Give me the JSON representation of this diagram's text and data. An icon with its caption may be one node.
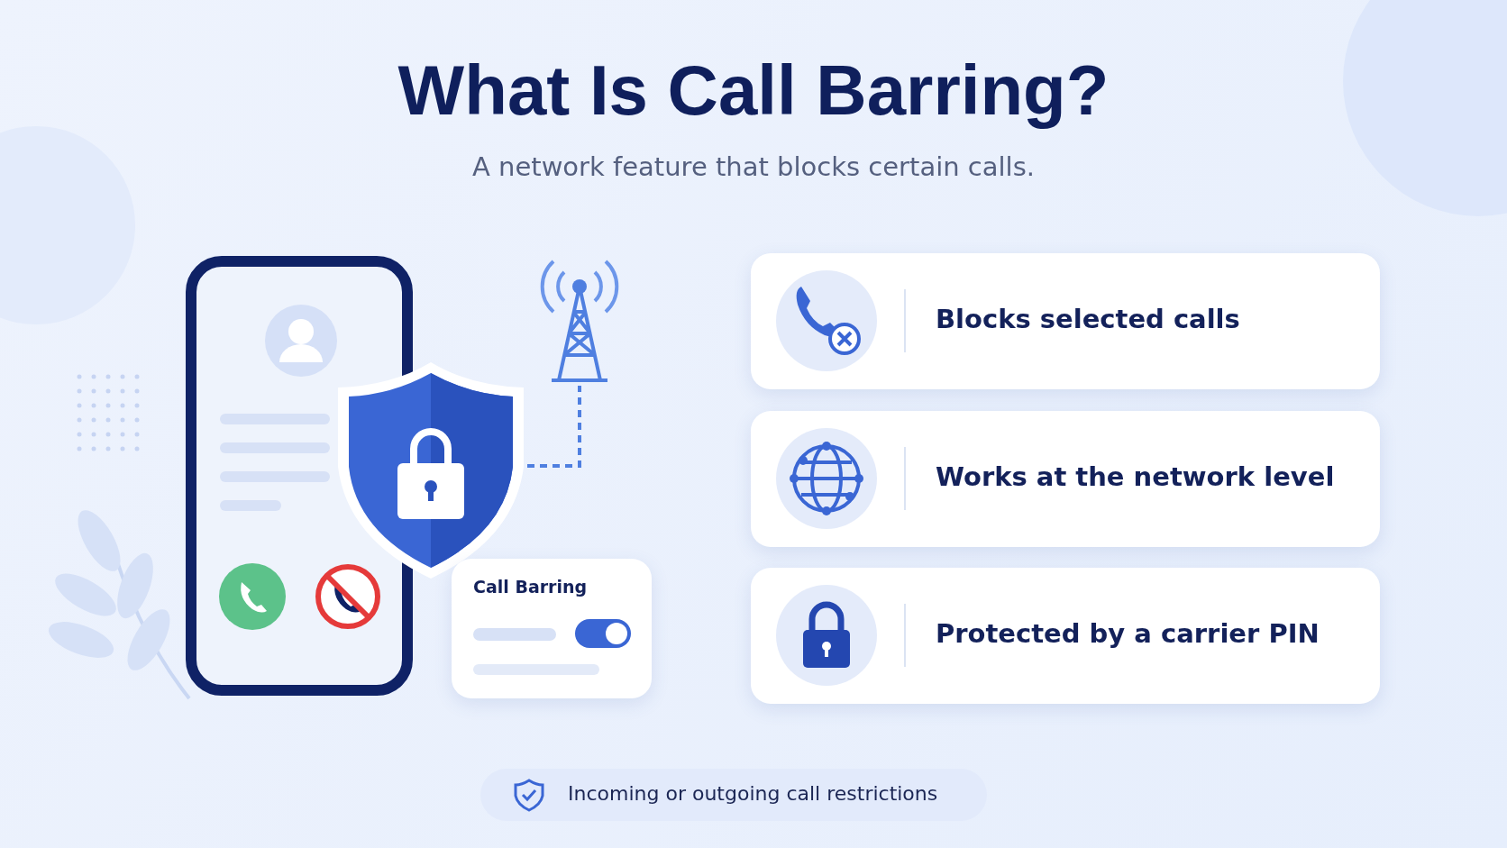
{
  "diagram": {
    "title": "What Is Call Barring?",
    "nodes": [
      {
        "text": [],
        "shape": "picture"
      },
      {
        "text": [],
        "shape": "picture"
      },
      {
        "text": [],
        "shape": "picture"
      },
      {
        "text": [
          "Call Barring"
        ]
      },
      {
        "text": [
          "Blocks selected calls"
        ]
      },
      {
        "text": [
          "Works at the network level"
        ]
      },
      {
        "text": [
          "Protected by a carrier PIN"
        ]
      },
      {
        "text": [
          "Incoming or outgoing call restrictions"
        ]
      }
    ],
    "edges": [
      {
        "from": 1,
        "to": 2,
        "arrow": "none",
        "style": "dashed"
      }
    ],
    "labels": [
      "A network feature that blocks certain calls."
    ]
  }
}
